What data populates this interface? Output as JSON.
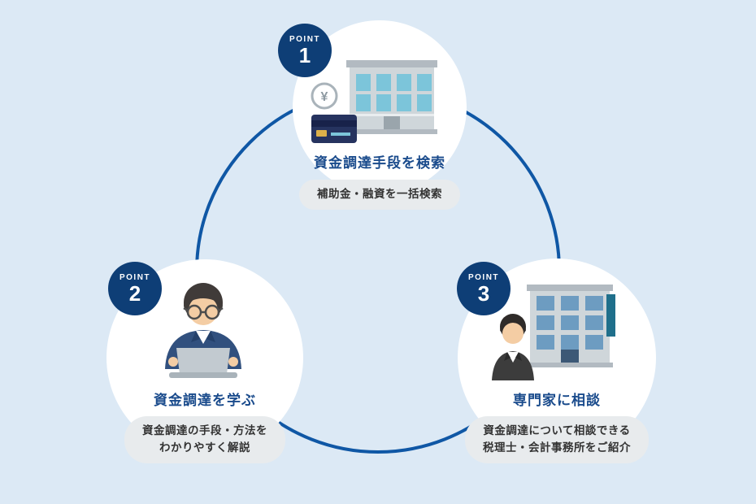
{
  "colors": {
    "background": "#dce9f5",
    "ring": "#0f57a5",
    "badge": "#0e3e76",
    "title_text": "#1a4b8c",
    "pill_bg": "#e8ebed",
    "pill_text": "#333333",
    "window_teal": "#7cc5da",
    "window_blue": "#6d9cc1",
    "building_gray": "#cfd6da",
    "suit_navy": "#31507e",
    "suit_black": "#3c3c3c",
    "card_navy": "#26335f"
  },
  "icons": {
    "point1": "bank-building-with-yen-coin-and-credit-card",
    "point2": "person-with-glasses-using-laptop",
    "point3": "businessman-and-office-building"
  },
  "points": [
    {
      "badge_label": "POINT",
      "badge_number": "1",
      "title": "資金調達手段を検索",
      "coin_symbol": "¥",
      "caption_lines": [
        "補助金・融資を一括検索"
      ]
    },
    {
      "badge_label": "POINT",
      "badge_number": "2",
      "title": "資金調達を学ぶ",
      "caption_lines": [
        "資金調達の手段・方法を",
        "わかりやすく解説"
      ]
    },
    {
      "badge_label": "POINT",
      "badge_number": "3",
      "title": "専門家に相談",
      "caption_lines": [
        "資金調達について相談できる",
        "税理士・会計事務所をご紹介"
      ]
    }
  ]
}
